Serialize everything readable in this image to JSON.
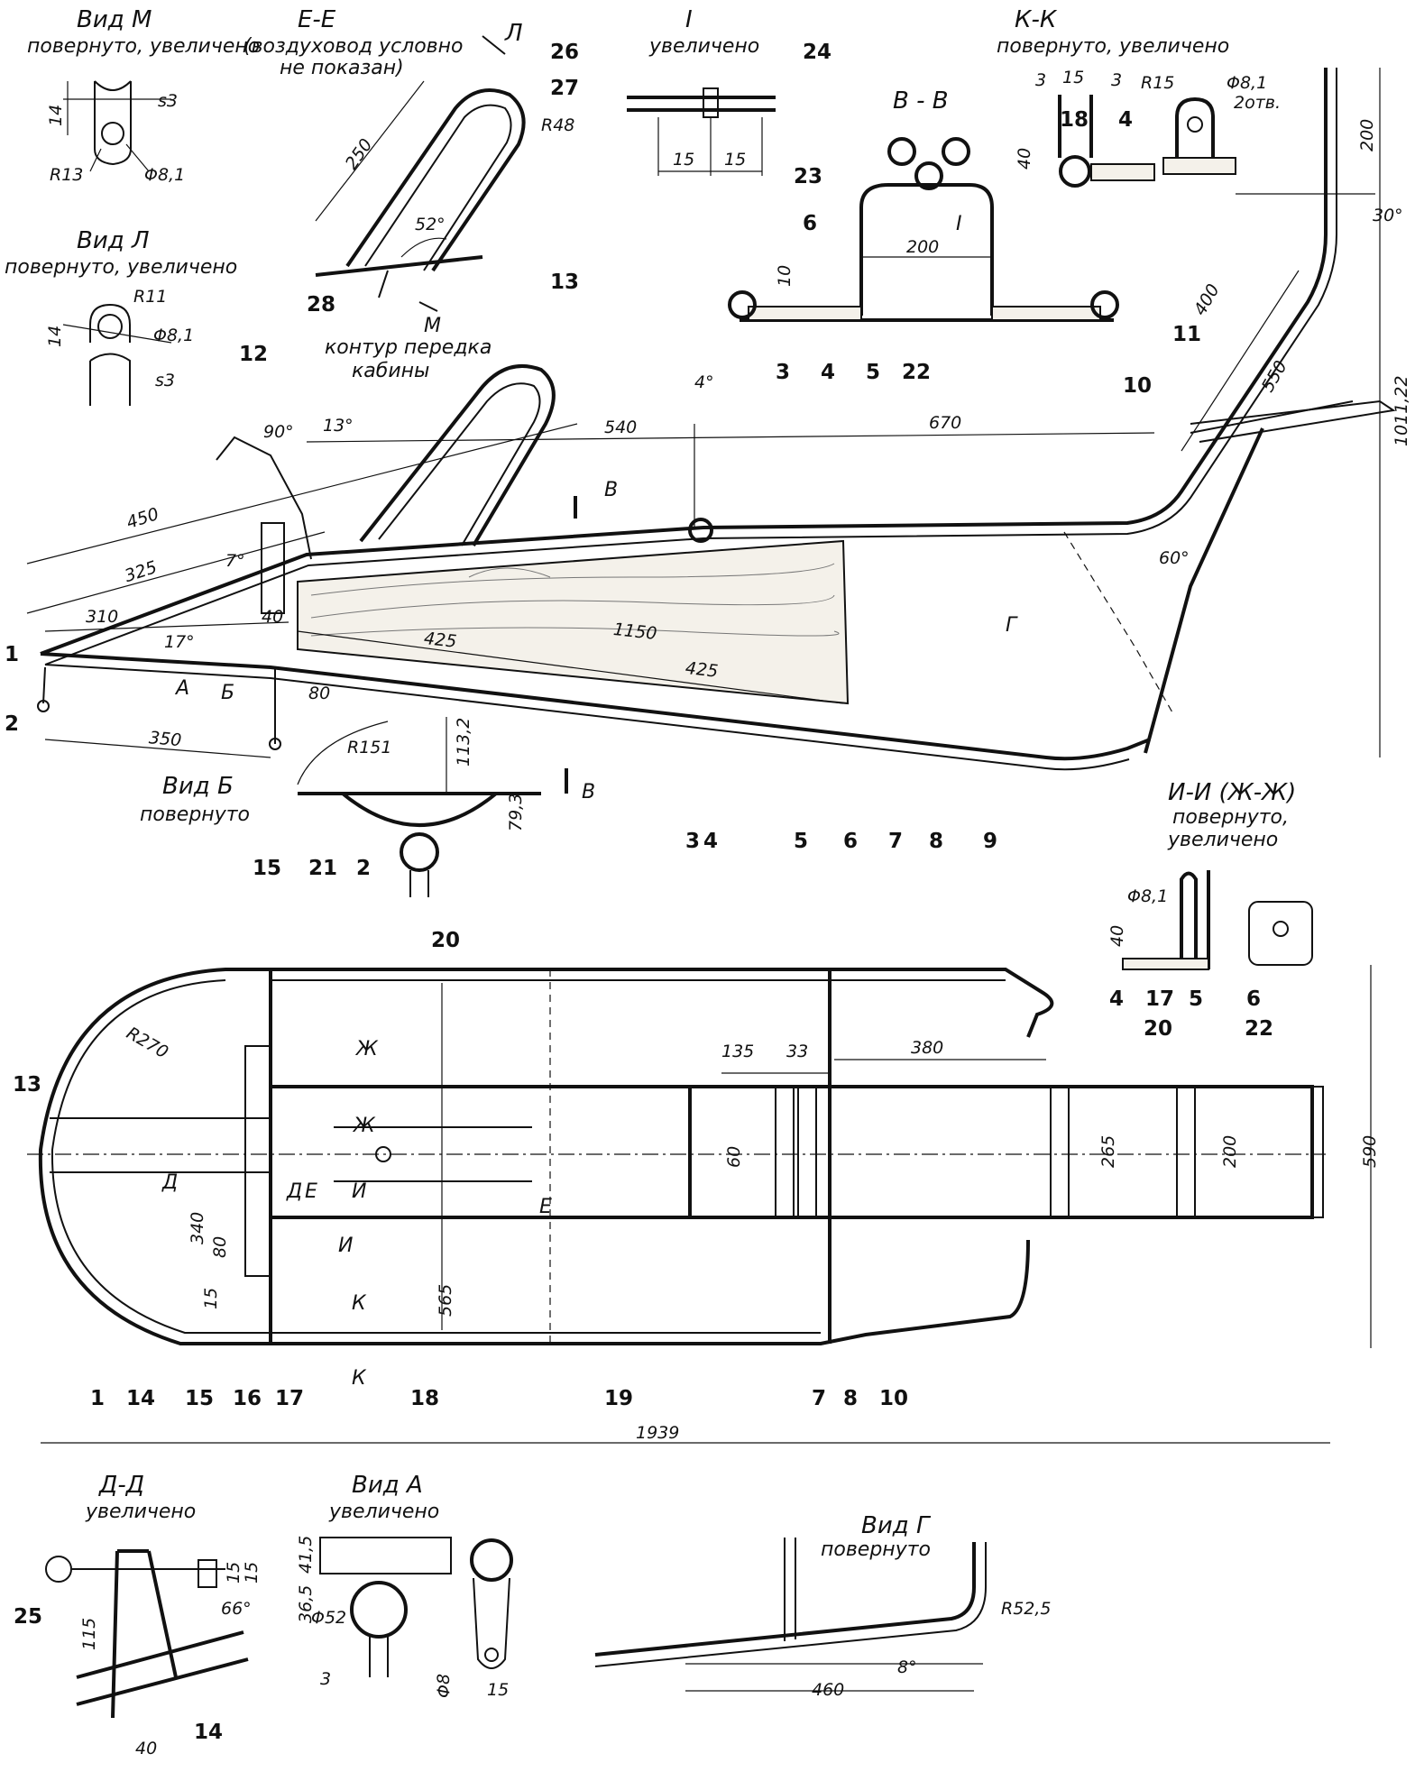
{
  "views": {
    "view_m": {
      "title": "Вид М",
      "subtitle": "повернуто, увеличено",
      "dims": [
        "14",
        "s3",
        "R13",
        "Φ8,1"
      ]
    },
    "section_ee": {
      "title": "Е-Е",
      "subtitle_1": "(воздуховод условно",
      "subtitle_2": "не показан)",
      "view_arrow": "Л",
      "dims": [
        "250",
        "R48",
        "52°",
        "М"
      ]
    },
    "detail_i": {
      "title": "I",
      "subtitle": "увеличено",
      "dims": [
        "15",
        "15"
      ]
    },
    "section_vv": {
      "title": "В - В",
      "detail_ref": "I",
      "dims": [
        "200",
        "10"
      ]
    },
    "section_kk": {
      "title": "К-К",
      "subtitle": "повернуто, увеличено",
      "dims": [
        "3",
        "15",
        "3",
        "40",
        "R15",
        "Φ8,1",
        "2отв."
      ]
    },
    "view_l": {
      "title": "Вид Л",
      "subtitle": "повернуто, увеличено",
      "dims": [
        "R11",
        "14",
        "Φ8,1",
        "s3"
      ]
    },
    "side_view": {
      "note_1": "контур передка",
      "note_2": "кабины",
      "dims": [
        "90°",
        "13°",
        "540",
        "4°",
        "670",
        "450",
        "325",
        "7°",
        "310",
        "40",
        "17°",
        "425",
        "1150",
        "425",
        "80",
        "350",
        "400",
        "550",
        "200",
        "30°",
        "60°",
        "1011,22"
      ],
      "section_marks": [
        "В",
        "В",
        "А",
        "Б",
        "Г"
      ]
    },
    "view_b": {
      "title": "Вид Б",
      "subtitle": "повернуто",
      "dims": [
        "R151",
        "113,2",
        "79,3"
      ]
    },
    "section_ii": {
      "title": "И-И (Ж-Ж)",
      "subtitle_1": "повернуто,",
      "subtitle_2": "увеличено",
      "dims": [
        "Φ8,1",
        "40"
      ]
    },
    "plan_view": {
      "dims": [
        "R270",
        "135",
        "33",
        "380",
        "60",
        "265",
        "200",
        "590",
        "340",
        "80",
        "15",
        "565",
        "1939"
      ],
      "section_marks": [
        "Ж",
        "Ж",
        "Д",
        "Д",
        "Е",
        "Е",
        "И",
        "И",
        "К",
        "К"
      ]
    },
    "section_dd": {
      "title": "Д-Д",
      "subtitle": "увеличено",
      "dims": [
        "15",
        "15",
        "66°",
        "115",
        "40"
      ]
    },
    "view_a": {
      "title": "Вид А",
      "subtitle": "увеличено",
      "dims": [
        "41,5",
        "36,5",
        "Φ52",
        "3",
        "Φ8",
        "15"
      ]
    },
    "view_g": {
      "title": "Вид Г",
      "subtitle": "повернуто",
      "dims": [
        "R52,5",
        "8°",
        "460"
      ]
    }
  },
  "callouts": [
    "1",
    "2",
    "3",
    "4",
    "5",
    "6",
    "7",
    "8",
    "9",
    "10",
    "11",
    "12",
    "13",
    "14",
    "15",
    "16",
    "17",
    "18",
    "19",
    "20",
    "21",
    "22",
    "23",
    "24",
    "25",
    "26",
    "27",
    "28"
  ]
}
